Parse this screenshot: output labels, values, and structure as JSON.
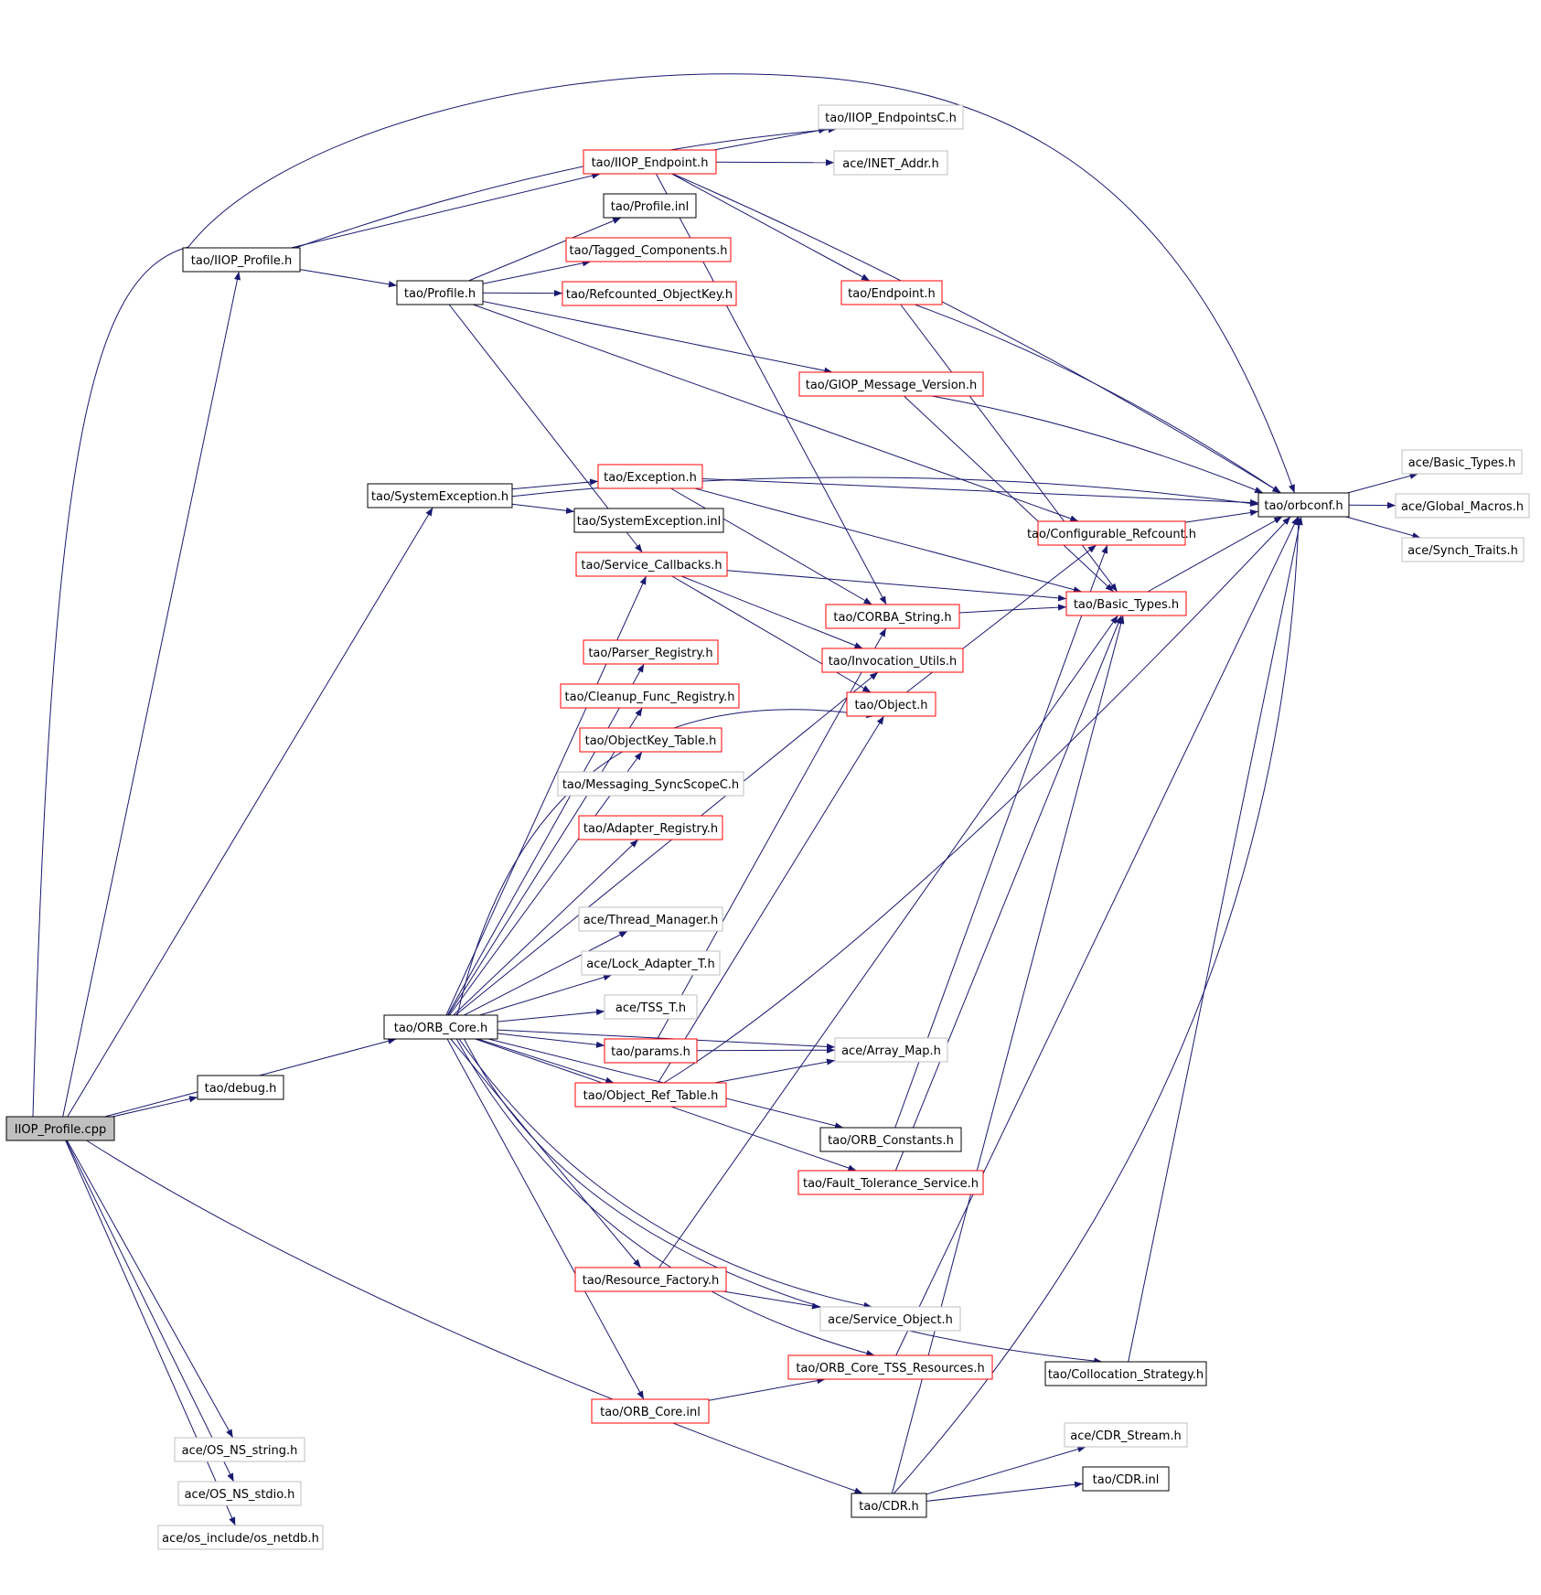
{
  "colors": {
    "edge": "#191970",
    "border_black": "#000000",
    "border_red": "#ff0000",
    "border_gray": "#bfbfbf",
    "root_fill": "#bfbfbf",
    "fill": "#ffffff",
    "text": "#000000"
  },
  "nodes": [
    {
      "id": "root",
      "label": "IIOP_Profile.cpp",
      "style": "root"
    },
    {
      "id": "iiop_profile_h",
      "label": "tao/IIOP_Profile.h",
      "style": "black"
    },
    {
      "id": "debug_h",
      "label": "tao/debug.h",
      "style": "black"
    },
    {
      "id": "system_exception_h",
      "label": "tao/SystemException.h",
      "style": "black"
    },
    {
      "id": "orb_core_h",
      "label": "tao/ORB_Core.h",
      "style": "black"
    },
    {
      "id": "os_ns_string_h",
      "label": "ace/OS_NS_string.h",
      "style": "gray"
    },
    {
      "id": "os_ns_stdio_h",
      "label": "ace/OS_NS_stdio.h",
      "style": "gray"
    },
    {
      "id": "os_netdb_h",
      "label": "ace/os_include/os_netdb.h",
      "style": "gray"
    },
    {
      "id": "profile_h",
      "label": "tao/Profile.h",
      "style": "black"
    },
    {
      "id": "iiop_endpoint_h",
      "label": "tao/IIOP_Endpoint.h",
      "style": "red"
    },
    {
      "id": "profile_inl",
      "label": "tao/Profile.inl",
      "style": "black"
    },
    {
      "id": "tagged_components_h",
      "label": "tao/Tagged_Components.h",
      "style": "red"
    },
    {
      "id": "refcounted_objectkey_h",
      "label": "tao/Refcounted_ObjectKey.h",
      "style": "red"
    },
    {
      "id": "exception_h",
      "label": "tao/Exception.h",
      "style": "red"
    },
    {
      "id": "system_exception_inl",
      "label": "tao/SystemException.inl",
      "style": "black"
    },
    {
      "id": "service_callbacks_h",
      "label": "tao/Service_Callbacks.h",
      "style": "red"
    },
    {
      "id": "parser_registry_h",
      "label": "tao/Parser_Registry.h",
      "style": "red"
    },
    {
      "id": "cleanup_func_registry_h",
      "label": "tao/Cleanup_Func_Registry.h",
      "style": "red"
    },
    {
      "id": "objectkey_table_h",
      "label": "tao/ObjectKey_Table.h",
      "style": "red"
    },
    {
      "id": "messaging_syncscopec_h",
      "label": "tao/Messaging_SyncScopeC.h",
      "style": "gray"
    },
    {
      "id": "adapter_registry_h",
      "label": "tao/Adapter_Registry.h",
      "style": "red"
    },
    {
      "id": "thread_manager_h",
      "label": "ace/Thread_Manager.h",
      "style": "gray"
    },
    {
      "id": "lock_adapter_t_h",
      "label": "ace/Lock_Adapter_T.h",
      "style": "gray"
    },
    {
      "id": "tss_t_h",
      "label": "ace/TSS_T.h",
      "style": "gray"
    },
    {
      "id": "params_h",
      "label": "tao/params.h",
      "style": "red"
    },
    {
      "id": "object_ref_table_h",
      "label": "tao/Object_Ref_Table.h",
      "style": "red"
    },
    {
      "id": "resource_factory_h",
      "label": "tao/Resource_Factory.h",
      "style": "red"
    },
    {
      "id": "orb_core_inl",
      "label": "tao/ORB_Core.inl",
      "style": "red"
    },
    {
      "id": "iiop_endpointsc_h",
      "label": "tao/IIOP_EndpointsC.h",
      "style": "gray"
    },
    {
      "id": "inet_addr_h",
      "label": "ace/INET_Addr.h",
      "style": "gray"
    },
    {
      "id": "endpoint_h",
      "label": "tao/Endpoint.h",
      "style": "red"
    },
    {
      "id": "giop_message_version_h",
      "label": "tao/GIOP_Message_Version.h",
      "style": "red"
    },
    {
      "id": "corba_string_h",
      "label": "tao/CORBA_String.h",
      "style": "red"
    },
    {
      "id": "invocation_utils_h",
      "label": "tao/Invocation_Utils.h",
      "style": "red"
    },
    {
      "id": "object_h",
      "label": "tao/Object.h",
      "style": "red"
    },
    {
      "id": "array_map_h",
      "label": "ace/Array_Map.h",
      "style": "gray"
    },
    {
      "id": "orb_constants_h",
      "label": "tao/ORB_Constants.h",
      "style": "black"
    },
    {
      "id": "fault_tolerance_service_h",
      "label": "tao/Fault_Tolerance_Service.h",
      "style": "red"
    },
    {
      "id": "service_object_h",
      "label": "ace/Service_Object.h",
      "style": "gray"
    },
    {
      "id": "orb_core_tss_resources_h",
      "label": "tao/ORB_Core_TSS_Resources.h",
      "style": "red"
    },
    {
      "id": "cdr_h",
      "label": "tao/CDR.h",
      "style": "black"
    },
    {
      "id": "collocation_strategy_h",
      "label": "tao/Collocation_Strategy.h",
      "style": "black"
    },
    {
      "id": "cdr_stream_h",
      "label": "ace/CDR_Stream.h",
      "style": "gray"
    },
    {
      "id": "cdr_inl",
      "label": "tao/CDR.inl",
      "style": "black"
    },
    {
      "id": "configurable_refcount_h",
      "label": "tao/Configurable_Refcount.h",
      "style": "red"
    },
    {
      "id": "basic_types_tao_h",
      "label": "tao/Basic_Types.h",
      "style": "red"
    },
    {
      "id": "orbconf_h",
      "label": "tao/orbconf.h",
      "style": "black"
    },
    {
      "id": "basic_types_ace_h",
      "label": "ace/Basic_Types.h",
      "style": "gray"
    },
    {
      "id": "global_macros_h",
      "label": "ace/Global_Macros.h",
      "style": "gray"
    },
    {
      "id": "synch_traits_h",
      "label": "ace/Synch_Traits.h",
      "style": "gray"
    }
  ],
  "edges": [
    [
      "root",
      "iiop_profile_h"
    ],
    [
      "root",
      "debug_h"
    ],
    [
      "root",
      "system_exception_h"
    ],
    [
      "root",
      "orb_core_h"
    ],
    [
      "root",
      "os_ns_string_h"
    ],
    [
      "root",
      "os_ns_stdio_h"
    ],
    [
      "root",
      "os_netdb_h"
    ],
    [
      "root",
      "cdr_h"
    ],
    [
      "root",
      "orbconf_h"
    ],
    [
      "iiop_profile_h",
      "profile_h"
    ],
    [
      "iiop_profile_h",
      "iiop_endpoint_h"
    ],
    [
      "iiop_profile_h",
      "iiop_endpointsc_h"
    ],
    [
      "profile_h",
      "profile_inl"
    ],
    [
      "profile_h",
      "tagged_components_h"
    ],
    [
      "profile_h",
      "refcounted_objectkey_h"
    ],
    [
      "profile_h",
      "giop_message_version_h"
    ],
    [
      "profile_h",
      "configurable_refcount_h"
    ],
    [
      "profile_h",
      "service_callbacks_h"
    ],
    [
      "iiop_endpoint_h",
      "iiop_endpointsc_h"
    ],
    [
      "iiop_endpoint_h",
      "inet_addr_h"
    ],
    [
      "iiop_endpoint_h",
      "endpoint_h"
    ],
    [
      "iiop_endpoint_h",
      "orbconf_h"
    ],
    [
      "iiop_endpoint_h",
      "corba_string_h"
    ],
    [
      "endpoint_h",
      "orbconf_h"
    ],
    [
      "endpoint_h",
      "basic_types_tao_h"
    ],
    [
      "giop_message_version_h",
      "orbconf_h"
    ],
    [
      "giop_message_version_h",
      "basic_types_tao_h"
    ],
    [
      "system_exception_h",
      "exception_h"
    ],
    [
      "system_exception_h",
      "system_exception_inl"
    ],
    [
      "system_exception_h",
      "orbconf_h"
    ],
    [
      "exception_h",
      "orbconf_h"
    ],
    [
      "exception_h",
      "basic_types_tao_h"
    ],
    [
      "exception_h",
      "corba_string_h"
    ],
    [
      "service_callbacks_h",
      "basic_types_tao_h"
    ],
    [
      "service_callbacks_h",
      "invocation_utils_h"
    ],
    [
      "service_callbacks_h",
      "object_h"
    ],
    [
      "corba_string_h",
      "basic_types_tao_h"
    ],
    [
      "object_h",
      "configurable_refcount_h"
    ],
    [
      "configurable_refcount_h",
      "orbconf_h"
    ],
    [
      "basic_types_tao_h",
      "orbconf_h"
    ],
    [
      "orbconf_h",
      "basic_types_ace_h"
    ],
    [
      "orbconf_h",
      "global_macros_h"
    ],
    [
      "orbconf_h",
      "synch_traits_h"
    ],
    [
      "orb_core_h",
      "service_callbacks_h"
    ],
    [
      "orb_core_h",
      "parser_registry_h"
    ],
    [
      "orb_core_h",
      "cleanup_func_registry_h"
    ],
    [
      "orb_core_h",
      "objectkey_table_h"
    ],
    [
      "orb_core_h",
      "adapter_registry_h"
    ],
    [
      "orb_core_h",
      "thread_manager_h"
    ],
    [
      "orb_core_h",
      "lock_adapter_t_h"
    ],
    [
      "orb_core_h",
      "tss_t_h"
    ],
    [
      "orb_core_h",
      "params_h"
    ],
    [
      "orb_core_h",
      "object_ref_table_h"
    ],
    [
      "orb_core_h",
      "orb_constants_h"
    ],
    [
      "orb_core_h",
      "fault_tolerance_service_h"
    ],
    [
      "orb_core_h",
      "resource_factory_h"
    ],
    [
      "orb_core_h",
      "service_object_h"
    ],
    [
      "orb_core_h",
      "orb_core_tss_resources_h"
    ],
    [
      "orb_core_h",
      "orb_core_inl"
    ],
    [
      "orb_core_h",
      "collocation_strategy_h"
    ],
    [
      "orb_core_h",
      "array_map_h"
    ],
    [
      "orb_core_h",
      "invocation_utils_h"
    ],
    [
      "orb_core_h",
      "object_h"
    ],
    [
      "params_h",
      "array_map_h"
    ],
    [
      "params_h",
      "corba_string_h"
    ],
    [
      "object_ref_table_h",
      "array_map_h"
    ],
    [
      "object_ref_table_h",
      "object_h"
    ],
    [
      "object_ref_table_h",
      "orbconf_h"
    ],
    [
      "orb_constants_h",
      "configurable_refcount_h"
    ],
    [
      "fault_tolerance_service_h",
      "basic_types_tao_h"
    ],
    [
      "resource_factory_h",
      "basic_types_tao_h"
    ],
    [
      "resource_factory_h",
      "service_object_h"
    ],
    [
      "orb_core_tss_resources_h",
      "orbconf_h"
    ],
    [
      "orb_core_inl",
      "orb_core_tss_resources_h"
    ],
    [
      "collocation_strategy_h",
      "orbconf_h"
    ],
    [
      "cdr_h",
      "cdr_stream_h"
    ],
    [
      "cdr_h",
      "cdr_inl"
    ],
    [
      "cdr_h",
      "basic_types_tao_h"
    ],
    [
      "cdr_h",
      "orbconf_h"
    ]
  ]
}
